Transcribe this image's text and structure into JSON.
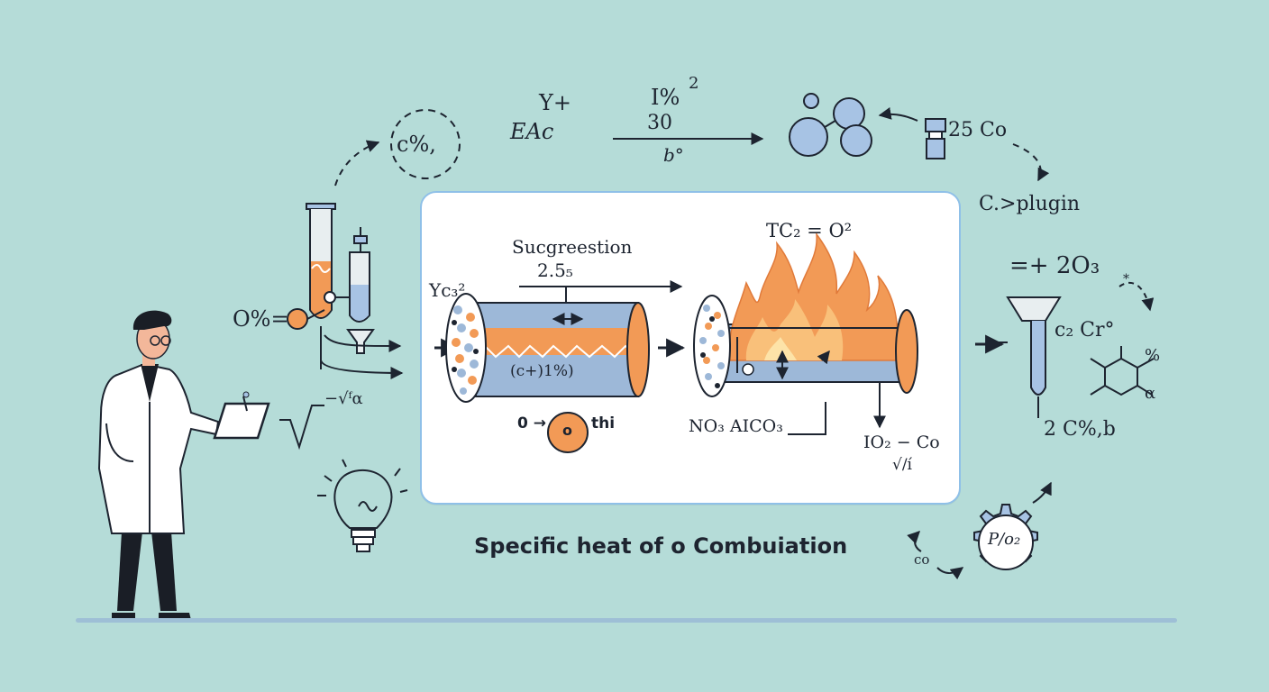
{
  "diagram": {
    "caption": "Specific heat of o Combuiation",
    "top_labels": {
      "c_percent": "c%,",
      "y_plus": "Y+",
      "e_ac": "EAc",
      "i_percent": "I%",
      "sup2": "2",
      "num30": "30",
      "b_deg": "b°",
      "co25": "25 Co",
      "c_plugin": "C.>plugin"
    },
    "left_labels": {
      "o_percent": "O%=",
      "sqrt_a": "−√ᶠα"
    },
    "panel_labels": {
      "ycs": "Yc₃²",
      "sucgreestion": "Sucgreestion",
      "value_25": "2.5₅",
      "c_percent_inner": "(c+)1%)",
      "o_arrow": "0 →",
      "o_circle": "o",
      "thi": "thi",
      "tc2": "TC₂ = O²",
      "no3": "NO₃ AICO₃",
      "io2": "IO₂ − Co",
      "vli": "√/í"
    },
    "right_labels": {
      "eq_2o3": "=+ 2O₃",
      "c2cr": "c₂ Cr°",
      "percent": "%",
      "alpha": "α",
      "c_percent_b": "2 C%,b",
      "gear": "P/o₂",
      "co": "co"
    }
  },
  "colors": {
    "background": "#b5dcd8",
    "panel": "#ffffff",
    "panel_border": "#8fc0e8",
    "pipe_blue": "#9db8d8",
    "flame_orange": "#f29a56",
    "ink": "#1d2430"
  }
}
